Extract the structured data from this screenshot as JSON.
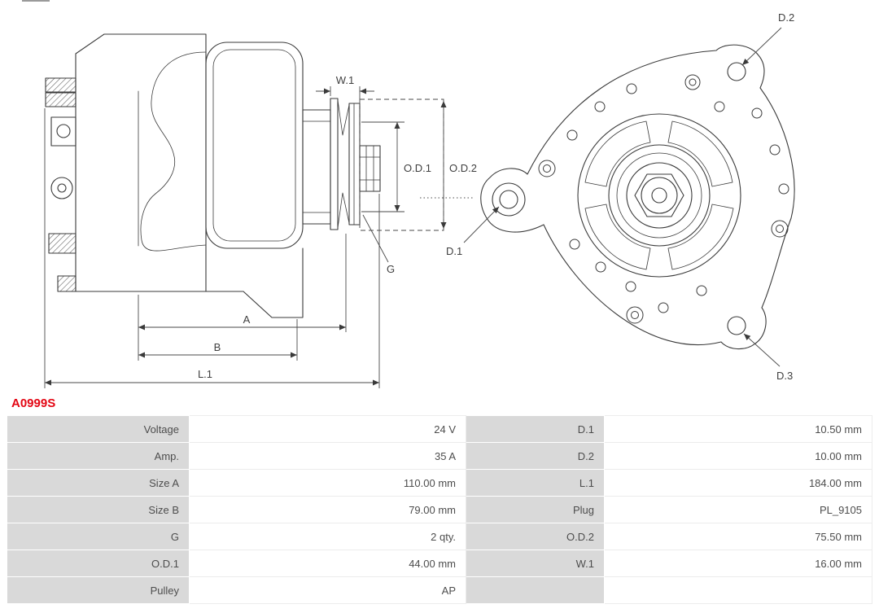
{
  "part_number": "A0999S",
  "diagram": {
    "side_view_labels": {
      "w1": "W.1",
      "od1": "O.D.1",
      "od2": "O.D.2",
      "g": "G",
      "a": "A",
      "b": "B",
      "l1": "L.1"
    },
    "front_view_labels": {
      "d1": "D.1",
      "d2": "D.2",
      "d3": "D.3"
    }
  },
  "table": {
    "rows": [
      {
        "label_left": "Voltage",
        "value_left": "24 V",
        "label_right": "D.1",
        "value_right": "10.50 mm"
      },
      {
        "label_left": "Amp.",
        "value_left": "35 A",
        "label_right": "D.2",
        "value_right": "10.00 mm"
      },
      {
        "label_left": "Size A",
        "value_left": "110.00 mm",
        "label_right": "L.1",
        "value_right": "184.00 mm"
      },
      {
        "label_left": "Size B",
        "value_left": "79.00 mm",
        "label_right": "Plug",
        "value_right": "PL_9105"
      },
      {
        "label_left": "G",
        "value_left": "2 qty.",
        "label_right": "O.D.2",
        "value_right": "75.50 mm"
      },
      {
        "label_left": "O.D.1",
        "value_left": "44.00 mm",
        "label_right": "W.1",
        "value_right": "16.00 mm"
      },
      {
        "label_left": "Pulley",
        "value_left": "AP",
        "label_right": "",
        "value_right": ""
      }
    ]
  },
  "colors": {
    "accent_red": "#e30613",
    "label_cell_bg": "#d9d9d9",
    "cell_border": "#ececec",
    "text_color": "#4d4d4d",
    "line_color": "#3a3a3a",
    "page_bg": "#ffffff"
  }
}
